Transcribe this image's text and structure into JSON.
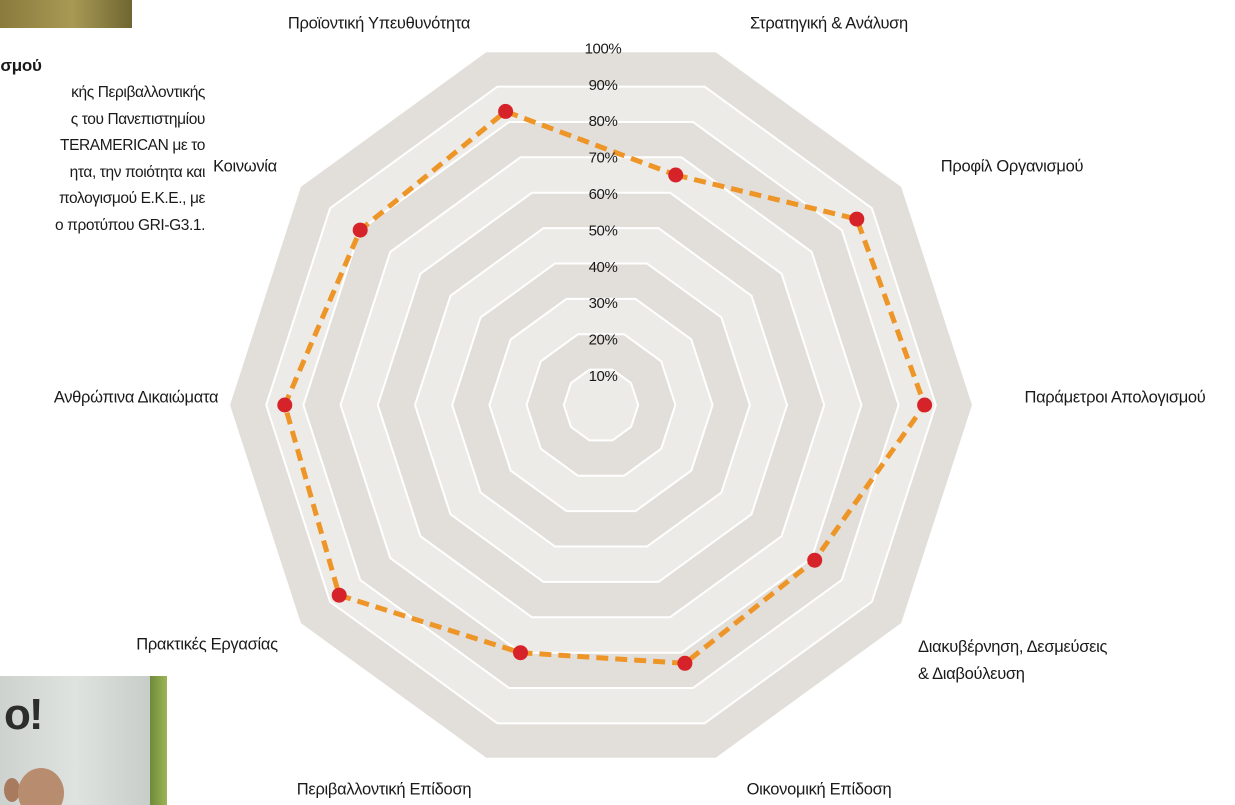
{
  "left_text": {
    "heading": "ισμού",
    "lines": [
      "κής Περιβαλλοντικής",
      "ς του Πανεπιστημίου",
      "ΤΕRAMERICAN με το",
      "ητα, την ποιότητα και",
      "πολογισμού Ε.Κ.Ε., με",
      "ο προτύπου GRI-G3.1."
    ]
  },
  "photos": {
    "bottom_banner_glyph": "o!"
  },
  "colors": {
    "ring_dark": "#e2dfda",
    "ring_light": "#edebe7",
    "ring_border": "#ffffff",
    "series_line": "#ee9528",
    "series_point": "#d6232a"
  },
  "chart_data": {
    "type": "radar",
    "categories": [
      "Στρατηγική & Ανάλυση",
      "Προφίλ Οργανισμού",
      "Παράμετροι Απολογισμού",
      "Διακυβέρνηση,  Δεσμεύσεις & Διαβούλευση",
      "Οικονομική Επίδοση",
      "Περιβαλλοντική Επίδοση",
      "Πρακτικές Εργασίας",
      "Ανθρώπινα Δικαιώματα",
      "Κοινωνία",
      "Προϊοντική Υπευθυνότητα"
    ],
    "values": [
      65,
      85,
      87,
      71,
      73,
      70,
      87,
      85,
      80,
      83
    ],
    "value_range": [
      0,
      100
    ],
    "tick_labels": [
      "10%",
      "20%",
      "30%",
      "40%",
      "50%",
      "60%",
      "70%",
      "80%",
      "90%",
      "100%"
    ],
    "grid": true,
    "legend": "none"
  }
}
